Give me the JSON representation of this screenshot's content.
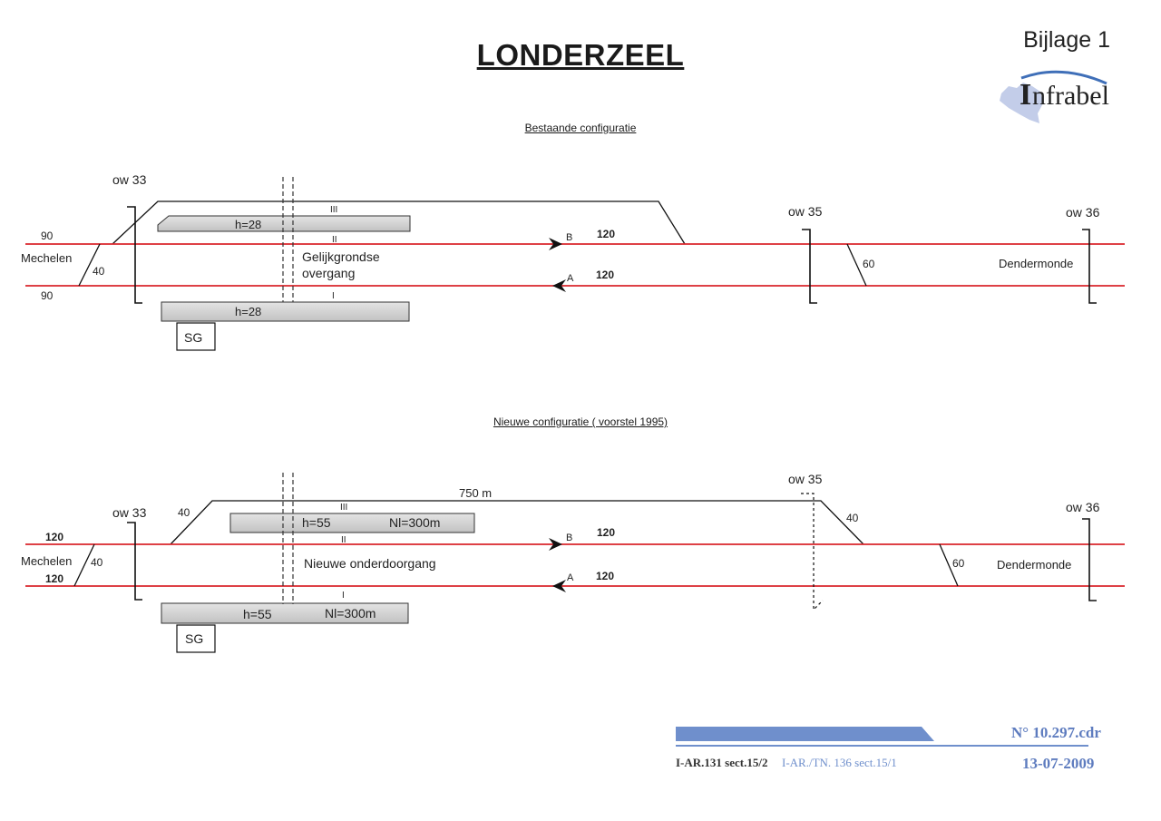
{
  "header": {
    "title": "LONDERZEEL",
    "annex": "Bijlage 1",
    "logo_text": "Infrabel",
    "logo_initial": "I",
    "logo_rest": "nfrabel"
  },
  "existing": {
    "subtitle": "Bestaande configuratie",
    "signal_left": "ow 33",
    "signal_mid": "ow 35",
    "signal_right": "ow 36",
    "station_left": "Mechelen",
    "station_right": "Dendermonde",
    "speed_top_left": "90",
    "speed_bottom_left": "90",
    "speed_switch_left": "40",
    "speed_switch_right": "60",
    "track_b_label": "B",
    "track_a_label": "A",
    "track_b_speed": "120",
    "track_a_speed": "120",
    "track_iii": "III",
    "track_ii": "II",
    "track_i": "I",
    "platform_top_label": "h=28",
    "platform_bottom_label": "h=28",
    "crossing_line1": "Gelijkgrondse",
    "crossing_line2": "overgang",
    "building": "SG"
  },
  "new": {
    "subtitle": "Nieuwe configuratie ( voorstel 1995)",
    "signal_left": "ow 33",
    "signal_mid": "ow 35",
    "signal_right": "ow 36",
    "station_left": "Mechelen",
    "station_right": "Dendermonde",
    "speed_top_left": "120",
    "speed_bottom_left": "120",
    "speed_switch_left": "40",
    "speed_siding_left": "40",
    "speed_siding_right": "40",
    "speed_switch_right": "60",
    "siding_length": "750 m",
    "track_b_label": "B",
    "track_a_label": "A",
    "track_b_speed": "120",
    "track_a_speed": "120",
    "track_iii": "III",
    "track_ii": "II",
    "track_i": "I",
    "platform_top_height": "h=55",
    "platform_top_length": "Nl=300m",
    "platform_bottom_height": "h=55",
    "platform_bottom_length": "Nl=300m",
    "underpass": "Nieuwe onderdoorgang",
    "building": "SG"
  },
  "footer": {
    "drawing_number": "N° 10.297.cdr",
    "date": "13-07-2009",
    "ref1": "I-AR.131 sect.15/2",
    "ref2": "I-AR./TN. 136 sect.15/1"
  },
  "colors": {
    "track_red": "#d9262c",
    "platform_fill": "#d0d0d0",
    "footer_blue": "#6f8fcc",
    "footer_text": "#5e7cbf",
    "logo_blue": "#3f6fb8"
  }
}
